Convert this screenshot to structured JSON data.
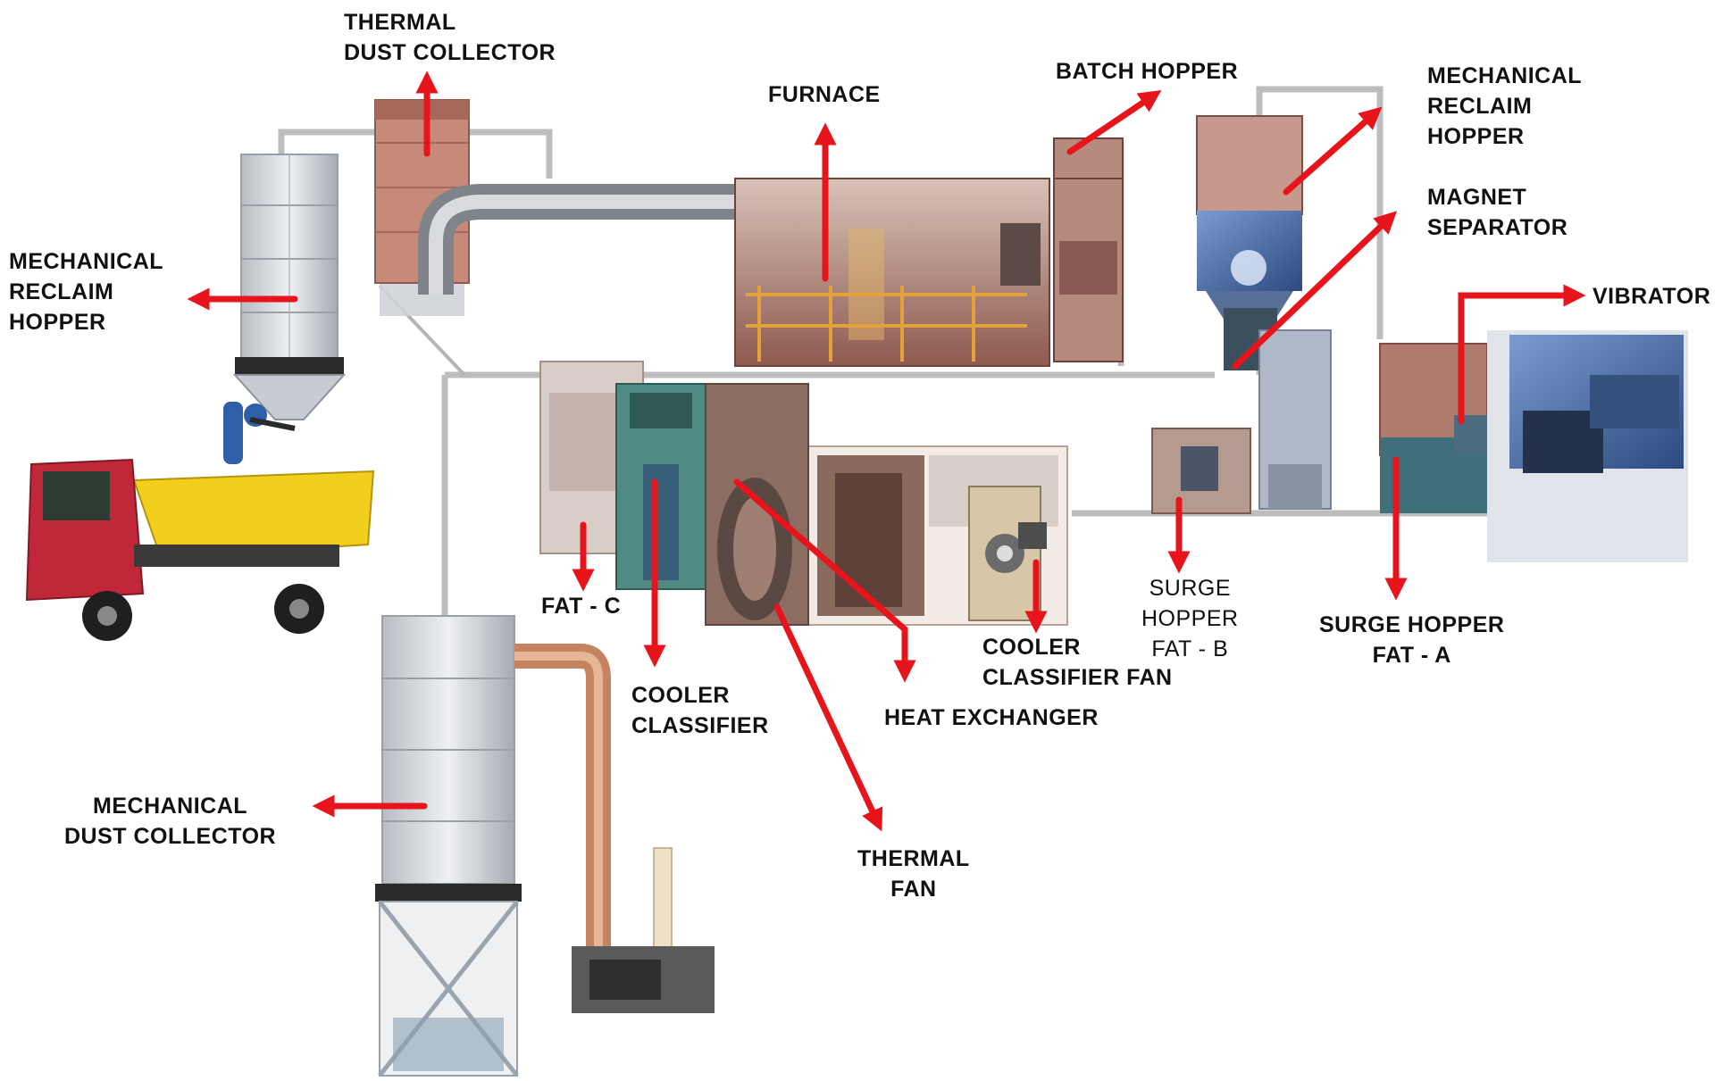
{
  "labels": {
    "mech_reclaim_hopper_left": [
      "MECHANICAL",
      "RECLAIM",
      "HOPPER"
    ],
    "thermal_dust_collector": [
      "THERMAL",
      "DUST COLLECTOR"
    ],
    "furnace": [
      "FURNACE"
    ],
    "batch_hopper": [
      "BATCH HOPPER"
    ],
    "mech_reclaim_hopper_right": [
      "MECHANICAL",
      "RECLAIM",
      "HOPPER"
    ],
    "magnet_separator": [
      "MAGNET",
      "SEPARATOR"
    ],
    "vibrator": [
      "VIBRATOR"
    ],
    "fat_c": [
      "FAT - C"
    ],
    "cooler_classifier": [
      "COOLER",
      "CLASSIFIER"
    ],
    "heat_exchanger": [
      "HEAT EXCHANGER"
    ],
    "cooler_classifier_fan": [
      "COOLER",
      "CLASSIFIER FAN"
    ],
    "surge_hopper_fat_b": [
      "SURGE",
      "HOPPER",
      "FAT - B"
    ],
    "surge_hopper_fat_a": [
      "SURGE HOPPER",
      "FAT - A"
    ],
    "mech_dust_collector": [
      "MECHANICAL",
      "DUST COLLECTOR"
    ],
    "thermal_fan": [
      "THERMAL",
      "FAN"
    ]
  },
  "colors": {
    "arrow": "#e8141c",
    "frame": "#c9c9c9",
    "silo": "#d9dce0",
    "brick": "#b96a5a",
    "truck_cab": "#c0283a",
    "truck_bed": "#f2cf1c",
    "machine_blue": "#4a6fa5",
    "duct_orange": "#d49a72"
  }
}
